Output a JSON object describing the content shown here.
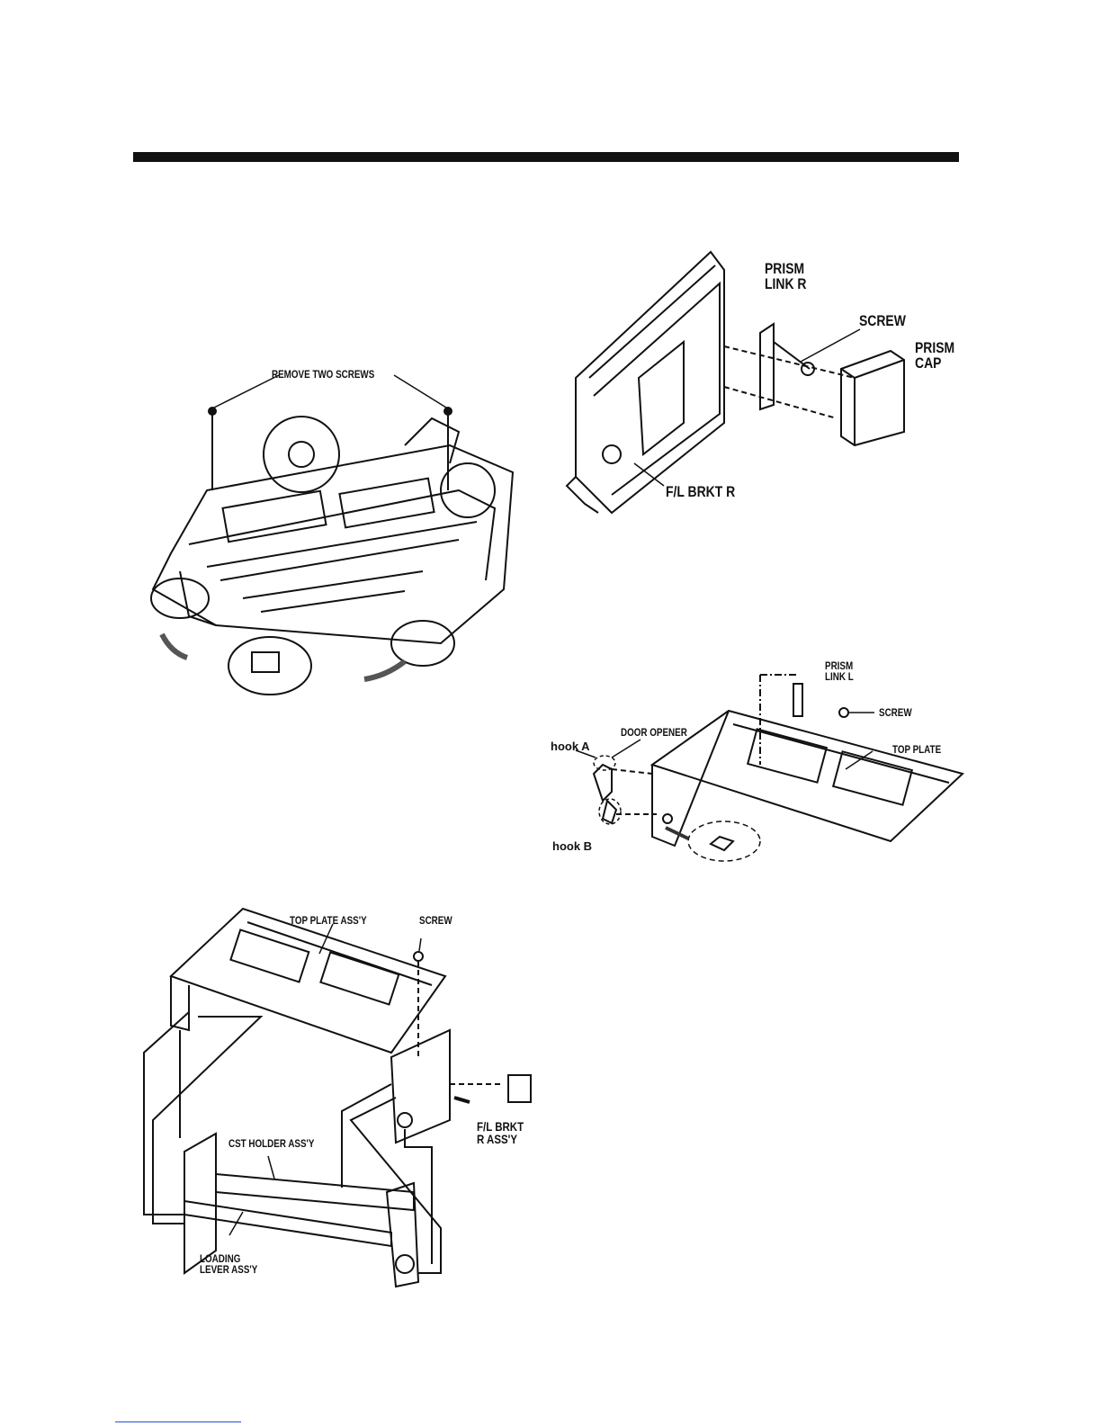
{
  "figures": {
    "fig1": {
      "remove_screws": "REMOVE TWO SCREWS"
    },
    "fig2": {
      "prism_link_r": "PRISM\nLINK R",
      "screw": "SCREW",
      "prism_cap": "PRISM\nCAP",
      "fl_brkt_r": "F/L BRKT R"
    },
    "fig3": {
      "prism_link_l": "PRISM\nLINK L",
      "screw": "SCREW",
      "door_opener": "DOOR OPENER",
      "hook_a": "hook A",
      "top_plate": "TOP PLATE",
      "hook_b": "hook B"
    },
    "fig4": {
      "top_plate_assy": "TOP PLATE ASS'Y",
      "screw": "SCREW",
      "cst_holder_assy": "CST HOLDER ASS'Y",
      "fl_brkt_r_assy": "F/L BRKT\nR ASS'Y",
      "loading_lever_assy": "LOADING\nLEVER ASS'Y"
    }
  }
}
